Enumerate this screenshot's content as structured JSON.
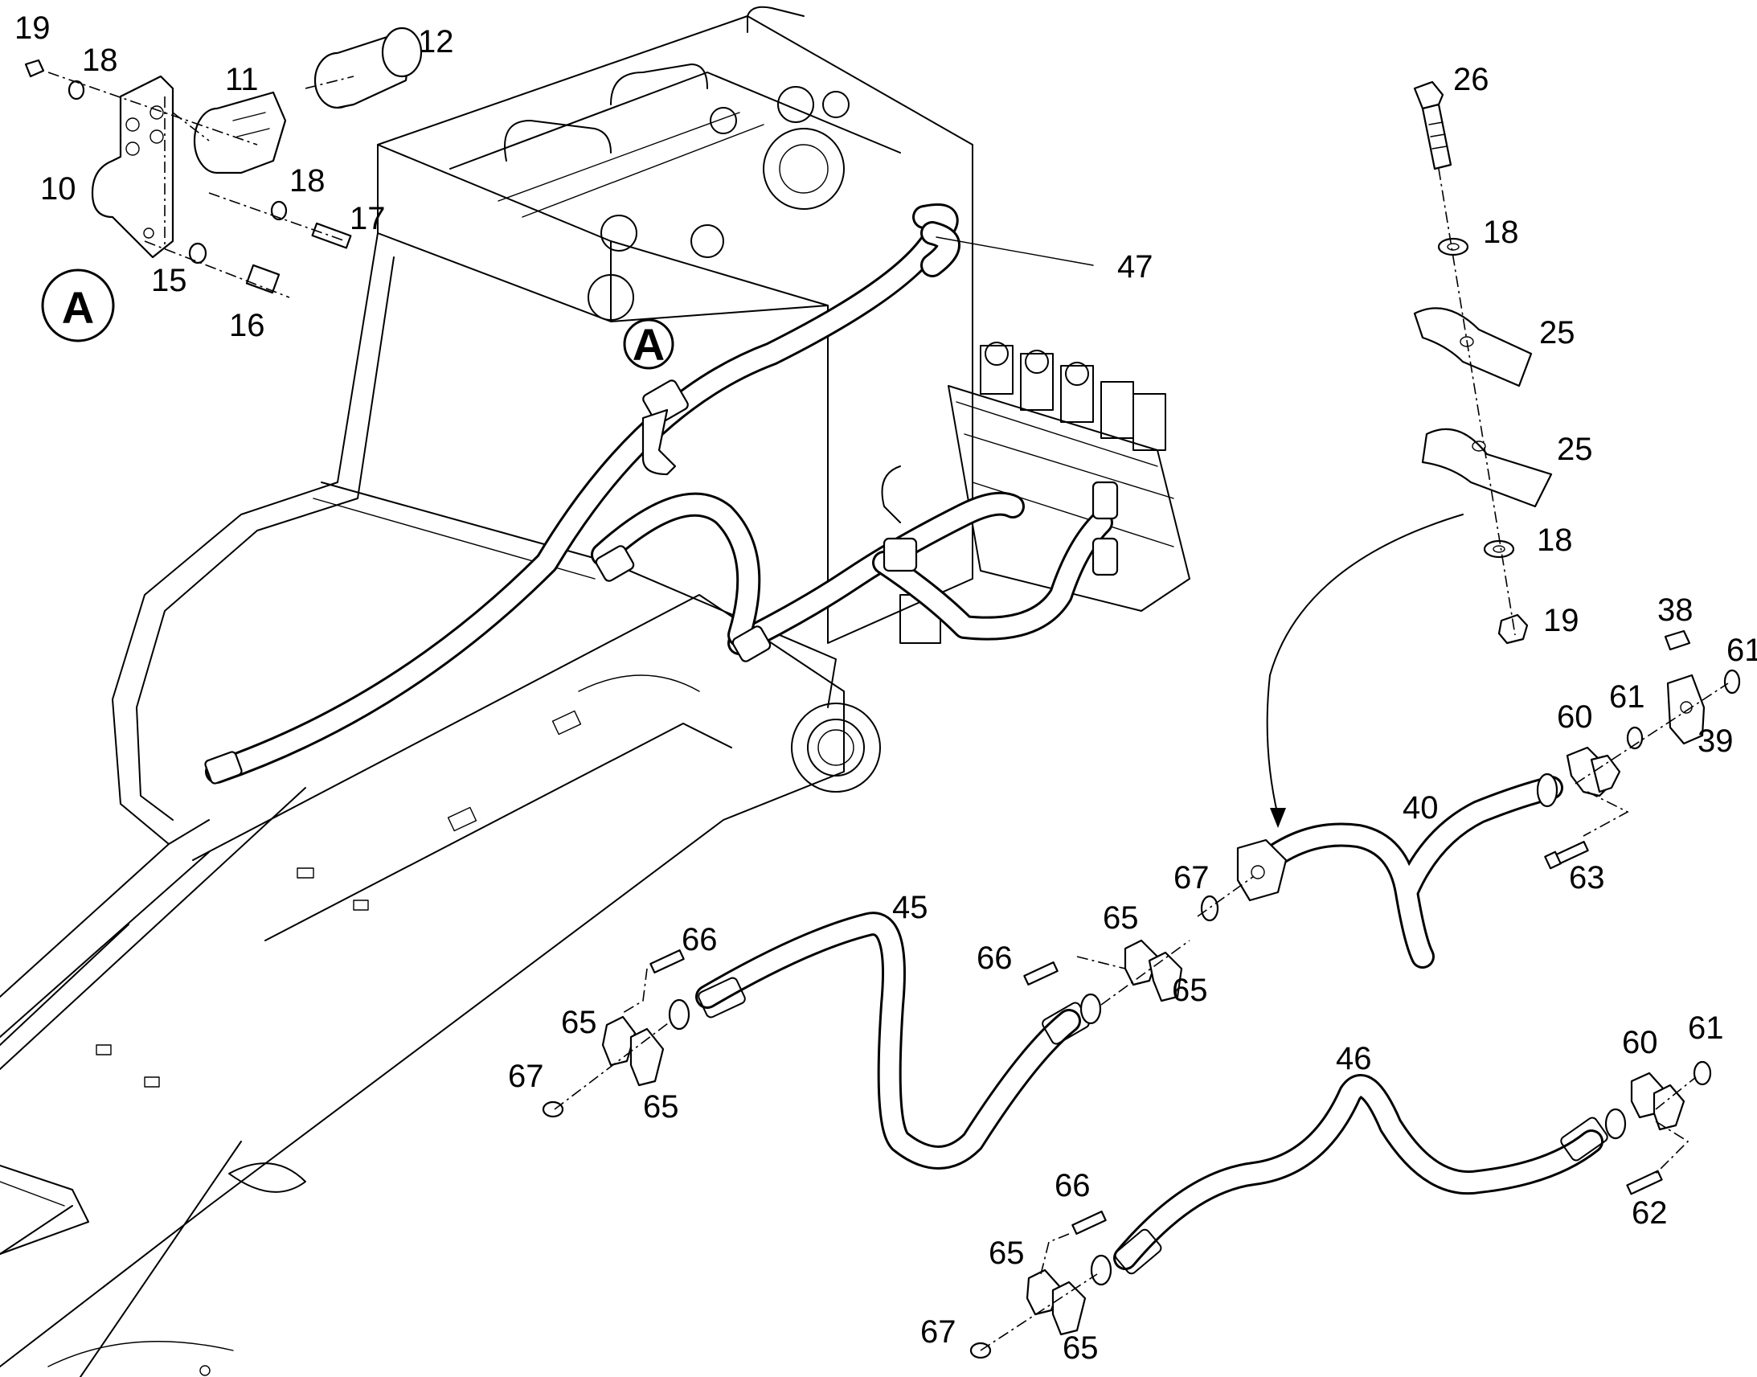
{
  "diagram": {
    "detail_view": "A",
    "detail_marker": "A",
    "part_labels": {
      "p10": "10",
      "p11": "11",
      "p12": "12",
      "p15": "15",
      "p16": "16",
      "p17": "17",
      "p18a": "18",
      "p18b": "18",
      "p19a": "19",
      "p26": "26",
      "p18c": "18",
      "p25a": "25",
      "p25b": "25",
      "p18d": "18",
      "p19b": "19",
      "p47": "47",
      "p38": "38",
      "p61a": "61",
      "p61b": "61",
      "p60a": "60",
      "p39": "39",
      "p40": "40",
      "p63": "63",
      "p67a": "67",
      "p45": "45",
      "p66a": "66",
      "p65a": "65",
      "p65b": "65",
      "p67b": "67",
      "p66b": "66",
      "p65c": "65",
      "p65d": "65",
      "p46": "46",
      "p60b": "60",
      "p61c": "61",
      "p62": "62",
      "p66c": "66",
      "p65e": "65",
      "p65f": "65",
      "p67c": "67"
    }
  }
}
